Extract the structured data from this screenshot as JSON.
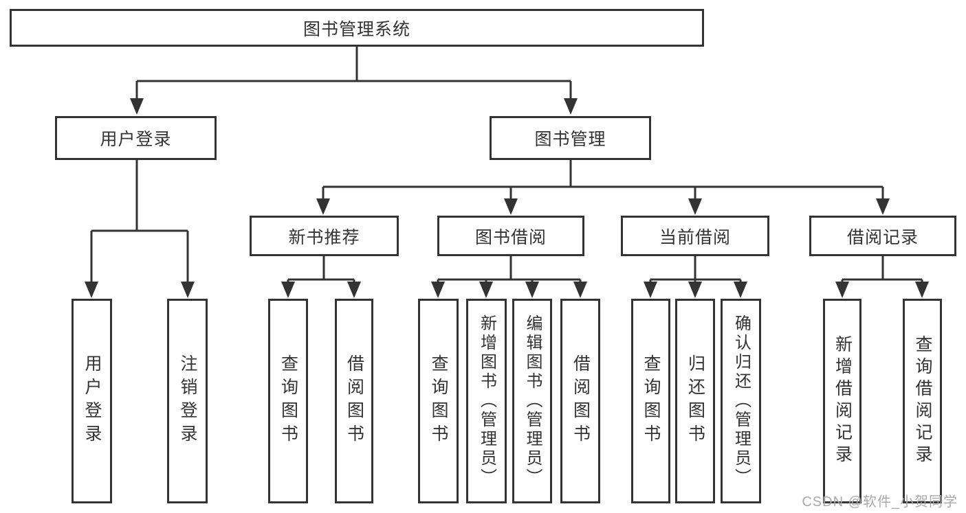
{
  "diagram": {
    "root": {
      "label": "图书管理系统"
    },
    "branches": [
      {
        "label": "用户登录",
        "children": [
          {
            "label": "用户登录"
          },
          {
            "label": "注销登录"
          }
        ]
      },
      {
        "label": "图书管理",
        "sections": [
          {
            "label": "新书推荐",
            "children": [
              {
                "label": "查询图书"
              },
              {
                "label": "借阅图书"
              }
            ]
          },
          {
            "label": "图书借阅",
            "children": [
              {
                "label": "查询图书"
              },
              {
                "label": "新增图书（管理员）"
              },
              {
                "label": "编辑图书（管理员）"
              },
              {
                "label": "借阅图书"
              }
            ]
          },
          {
            "label": "当前借阅",
            "children": [
              {
                "label": "查询图书"
              },
              {
                "label": "归还图书"
              },
              {
                "label": "确认归还（管理员）"
              }
            ]
          },
          {
            "label": "借阅记录",
            "children": [
              {
                "label": "新增借阅记录"
              },
              {
                "label": "查询借阅记录"
              }
            ]
          }
        ]
      }
    ],
    "watermark": "CSDN @软件_小贺同学",
    "colors": {
      "line": "#333333",
      "box_border": "#333333",
      "text": "#333333",
      "watermark": "#a9a9a9",
      "background": "#ffffff"
    }
  }
}
